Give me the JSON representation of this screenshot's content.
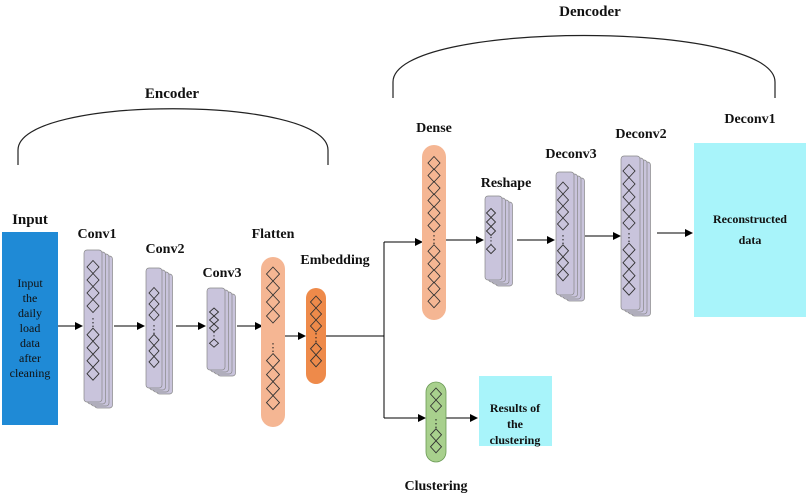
{
  "labels": {
    "encoder": "Encoder",
    "decoder": "Dencoder",
    "input": "Input",
    "conv1": "Conv1",
    "conv2": "Conv2",
    "conv3": "Conv3",
    "flatten": "Flatten",
    "embedding": "Embedding",
    "dense": "Dense",
    "reshape": "Reshape",
    "deconv3": "Deconv3",
    "deconv2": "Deconv2",
    "deconv1": "Deconv1",
    "clustering": "Clustering"
  },
  "boxes": {
    "input_lines": [
      "Input",
      "the",
      "daily",
      "load",
      "data",
      "after",
      "cleaning"
    ],
    "reconstructed_lines": [
      "Reconstructed",
      "data"
    ],
    "results_lines": [
      "Results of",
      "the",
      "clustering"
    ]
  },
  "colors": {
    "input_box": "#1f8ad6",
    "cyan_box": "#a8f4fa",
    "conv_layer": "#c9c4dc",
    "flatten": "#f5b693",
    "embedding": "#ee8a4a",
    "clustering": "#a8d08d"
  },
  "icons": {
    "layer_marker": "diamond-icon",
    "continuation": "ellipsis-icon"
  }
}
